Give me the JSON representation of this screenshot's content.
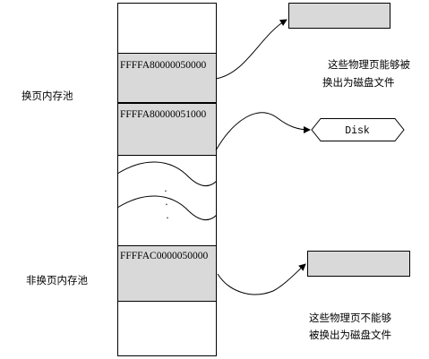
{
  "column": {
    "blocks": [
      {
        "address": "FFFFA80000050000"
      },
      {
        "address": "FFFFA80000051000"
      },
      {
        "address": "FFFFAC0000050000"
      }
    ],
    "ellipsis": "..."
  },
  "pool_labels": {
    "paged": "换页内存池",
    "nonpaged": "非换页内存池"
  },
  "annotations": {
    "paged_line1": "这些物理页能够被",
    "paged_line2": "换出为磁盘文件",
    "nonpaged_line1": "这些物理页不能够",
    "nonpaged_line2": "被换出为磁盘文件"
  },
  "disk": {
    "label": "Disk"
  },
  "colors": {
    "block_fill": "#d9d9d9",
    "stroke": "#000000",
    "background": "#ffffff"
  }
}
